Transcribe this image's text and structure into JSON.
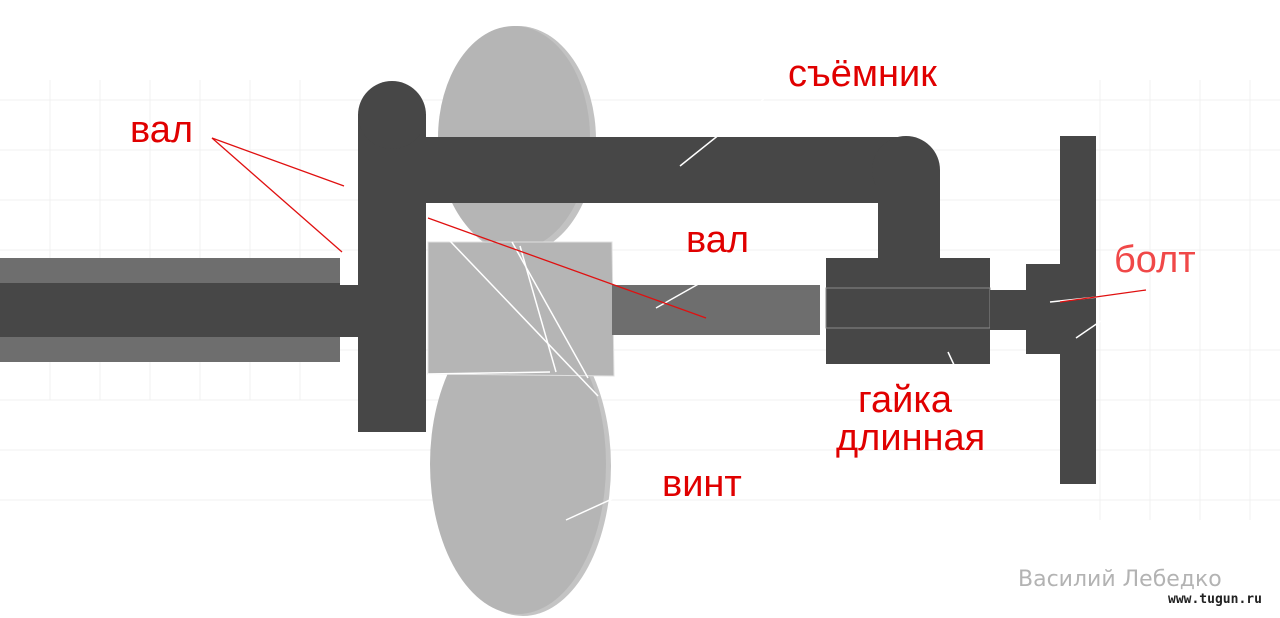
{
  "labels": {
    "shaft_left": "вал",
    "puller": "съёмник",
    "shaft_center": "вал",
    "bolt": "болт",
    "long_nut_line1": "гайка",
    "long_nut_line2": "длинная",
    "propeller": "винт"
  },
  "credit": {
    "author": "Василий Лебедко",
    "site": "www.tugun.ru"
  },
  "colors": {
    "dark_part": "#474747",
    "mid_part": "#6e6e6e",
    "light_part": "#b5b5b5",
    "label_red": "#e00000",
    "label_pink": "#f04848",
    "leader_red": "#e01010",
    "leader_white": "#ffffff",
    "grid": "#eeeeee"
  }
}
